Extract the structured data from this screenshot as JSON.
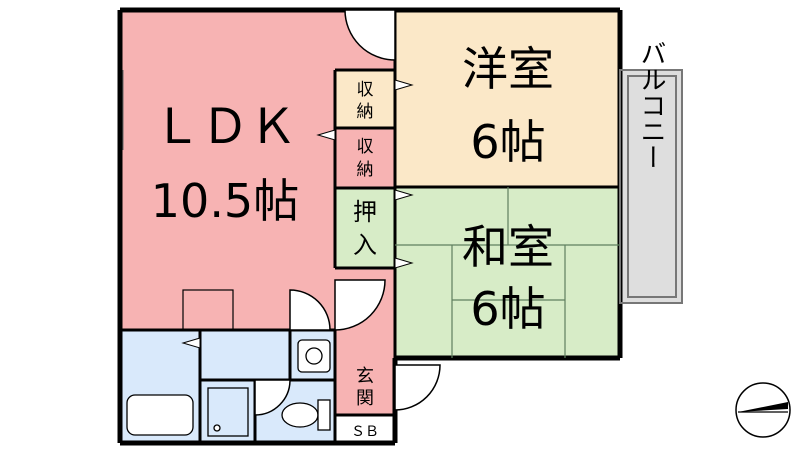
{
  "rooms": {
    "ldk": {
      "name": "ＬＤＫ",
      "size": "10.5帖",
      "color": "#f7b3b3"
    },
    "western": {
      "name": "洋室",
      "size": "6帖",
      "color": "#fbe8c8"
    },
    "japanese": {
      "name": "和室",
      "size": "6帖",
      "color": "#d7ecc7"
    },
    "storage_upper": {
      "line1": "収",
      "line2": "納",
      "color": "#fbe8c8"
    },
    "storage_lower": {
      "line1": "収",
      "line2": "納",
      "color": "#f7b3b3"
    },
    "closet": {
      "line1": "押",
      "line2": "入",
      "color": "#d7ecc7"
    },
    "entrance": {
      "line1": "玄",
      "line2": "関",
      "color": "#f7b3b3"
    },
    "shoe_box": {
      "label": "ＳＢ"
    },
    "balcony": {
      "label": "バルコニー",
      "color": "#dedede"
    },
    "wet_area": {
      "color": "#d9e9fb"
    }
  },
  "compass": {
    "label": "north-arrow"
  }
}
